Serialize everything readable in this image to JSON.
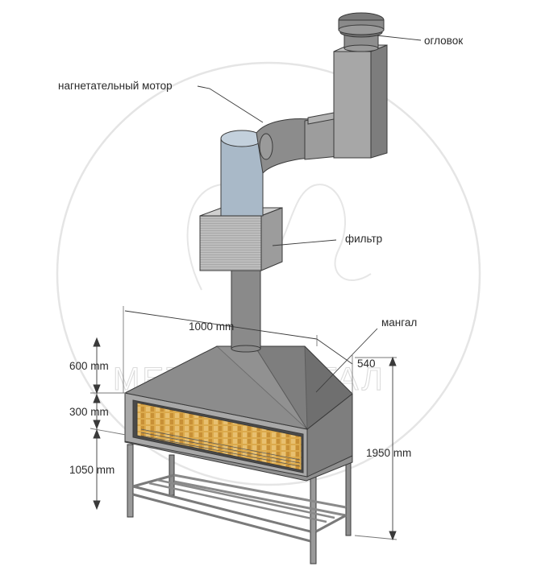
{
  "watermark": {
    "text": "METAL MAНГАЛ"
  },
  "labels": {
    "cap": "огловок",
    "motor": "нагнетательный мотор",
    "filter": "фильтр",
    "grill": "мангал"
  },
  "dimensions": {
    "width": "1000 mm",
    "depth": "540",
    "hood_height": "600 mm",
    "firebox_height": "300 mm",
    "stand_height": "1050 mm",
    "total_height": "1950 mm"
  },
  "colors": {
    "metal_dark": "#8a8a8a",
    "metal_mid": "#a6a6a6",
    "metal_light": "#c4c4c4",
    "pipe_blue": "#a9b9c8",
    "brick": "#d9a84a",
    "line": "#3a3a3a"
  }
}
